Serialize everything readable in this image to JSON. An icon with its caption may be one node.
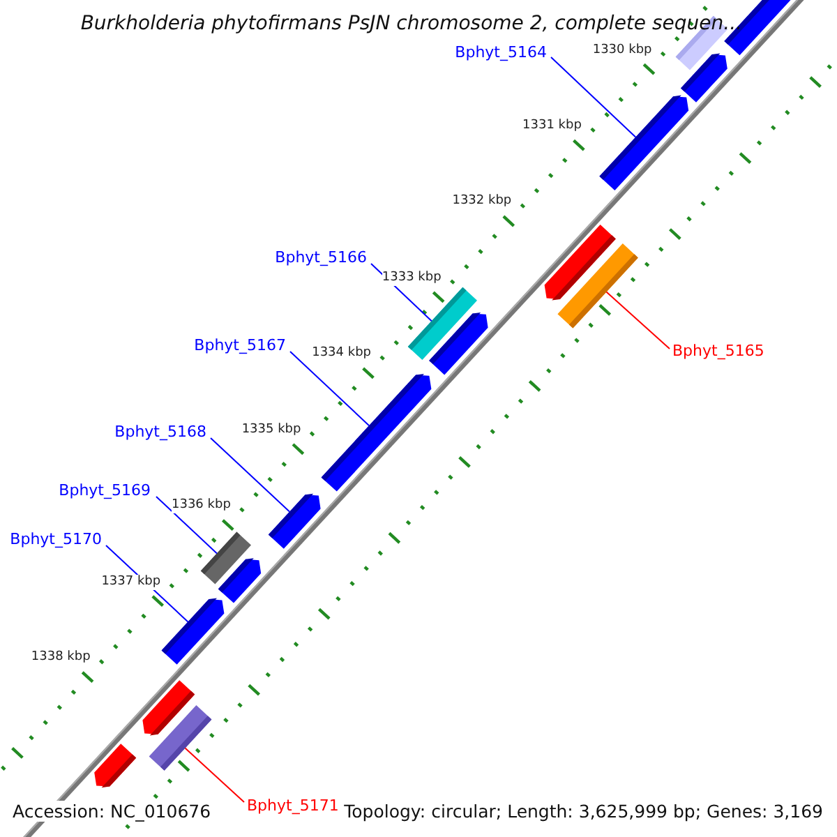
{
  "diagram": {
    "title": "Burkholderia phytofirmans PsJN chromosome 2, complete sequen...",
    "nodes": [
      {
        "text": [
          "Bphyt_5164"
        ]
      },
      {
        "text": [
          "Bphyt_5166"
        ]
      },
      {
        "text": [
          "Bphyt_5167"
        ]
      },
      {
        "text": [
          "Bphyt_5165"
        ]
      },
      {
        "text": [
          "Bphyt_5168"
        ]
      },
      {
        "text": [
          "Bphyt_5169"
        ]
      },
      {
        "text": [
          "Bphyt_5170"
        ]
      },
      {
        "text": [
          "Bphyt_5171"
        ]
      },
      {
        "text": [],
        "shape": "bar"
      },
      {
        "text": [],
        "shape": "bar"
      },
      {
        "text": [],
        "shape": "bar"
      },
      {
        "text": [],
        "shape": "bar"
      },
      {
        "text": [],
        "shape": "bar"
      },
      {
        "text": [],
        "shape": "bar"
      },
      {
        "text": [],
        "shape": "bar"
      },
      {
        "text": [],
        "shape": "bar"
      },
      {
        "text": [],
        "shape": "bar"
      },
      {
        "text": [],
        "shape": "bar"
      },
      {
        "text": [],
        "shape": "bar"
      },
      {
        "text": [],
        "shape": "bar"
      },
      {
        "text": [],
        "shape": "bar"
      },
      {
        "text": [],
        "shape": "bar"
      },
      {
        "text": [],
        "shape": "bar"
      },
      {
        "text": [],
        "shape": "bar"
      }
    ],
    "edges": [
      {
        "from": 0,
        "to": 11,
        "arrow": "none"
      },
      {
        "from": 1,
        "to": 15,
        "arrow": "none"
      },
      {
        "from": 2,
        "to": 16,
        "arrow": "none"
      },
      {
        "from": 3,
        "to": 13,
        "arrow": "none",
        "color": "#ff0000"
      },
      {
        "from": 4,
        "to": 17,
        "arrow": "none"
      },
      {
        "from": 5,
        "to": 18,
        "arrow": "none"
      },
      {
        "from": 6,
        "to": 20,
        "arrow": "none"
      },
      {
        "from": 7,
        "to": 22,
        "arrow": "none",
        "color": "#ff0000"
      }
    ],
    "labels": [
      "1330 kbp",
      "1331 kbp",
      "1332 kbp",
      "1333 kbp",
      "1334 kbp",
      "1335 kbp",
      "1336 kbp",
      "1337 kbp",
      "1338 kbp",
      "Accession: NC_010676",
      "Topology: circular; Length: 3,625,999 bp; Genes: 3,169"
    ]
  }
}
